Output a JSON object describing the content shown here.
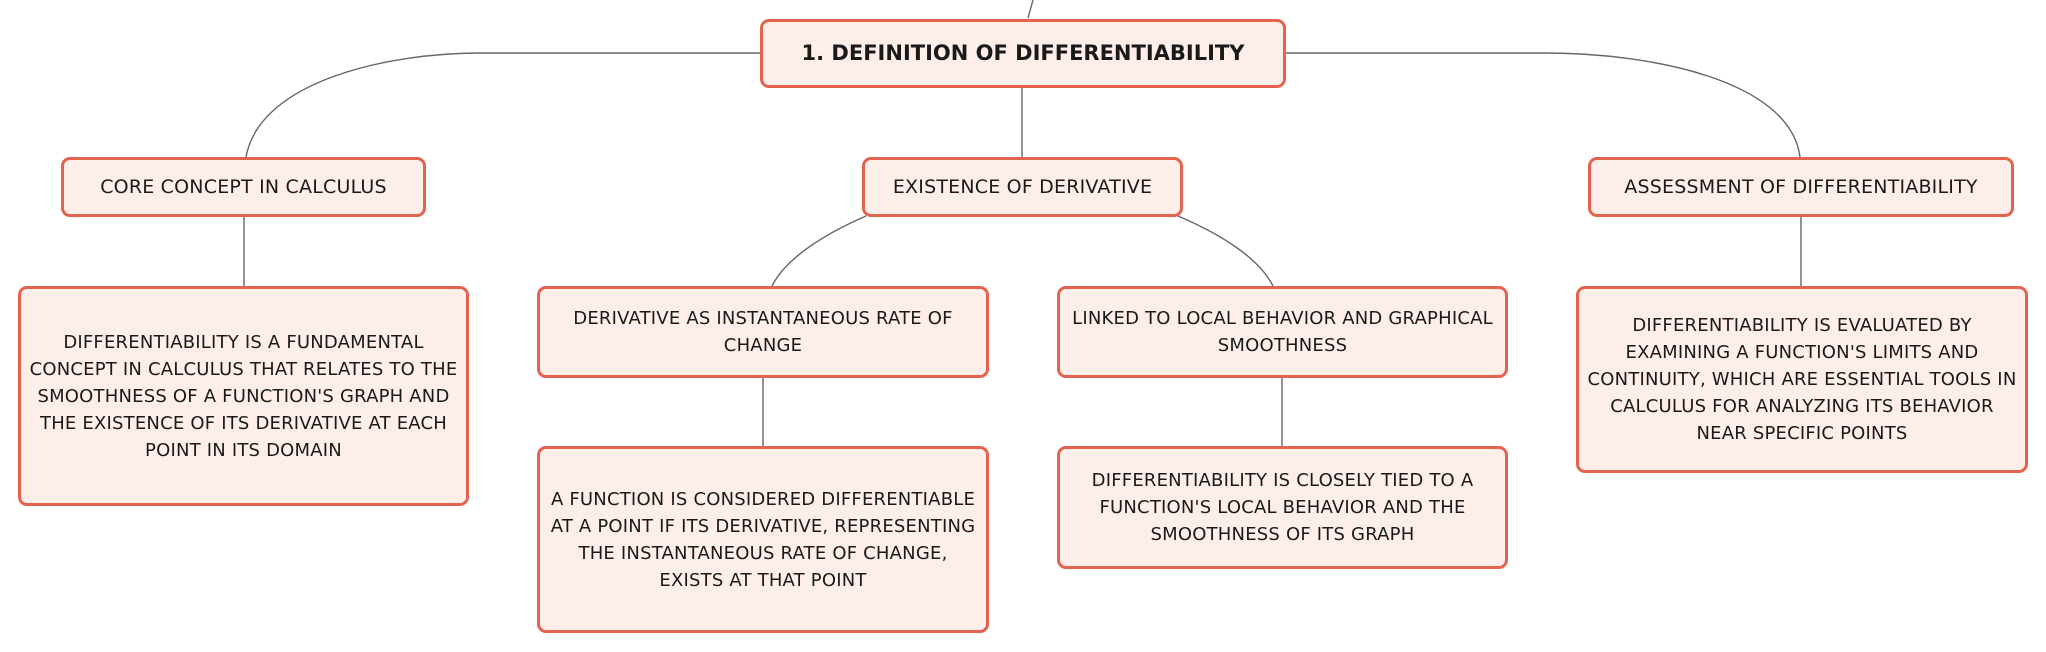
{
  "root": {
    "label": "1. DEFINITION OF DIFFERENTIABILITY"
  },
  "branches": {
    "core": {
      "label": "CORE CONCEPT IN CALCULUS",
      "detail": "DIFFERENTIABILITY IS A FUNDAMENTAL CONCEPT IN CALCULUS THAT RELATES TO THE SMOOTHNESS OF A FUNCTION'S GRAPH AND THE EXISTENCE OF ITS DERIVATIVE AT EACH POINT IN ITS DOMAIN"
    },
    "existence": {
      "label": "EXISTENCE OF DERIVATIVE",
      "rate": {
        "label": "DERIVATIVE AS INSTANTANEOUS RATE OF CHANGE",
        "detail": "A FUNCTION IS CONSIDERED DIFFERENTIABLE AT A POINT IF ITS DERIVATIVE, REPRESENTING THE INSTANTANEOUS RATE OF CHANGE, EXISTS AT THAT POINT"
      },
      "local": {
        "label": "LINKED TO LOCAL BEHAVIOR AND GRAPHICAL SMOOTHNESS",
        "detail": "DIFFERENTIABILITY IS CLOSELY TIED TO A FUNCTION'S LOCAL BEHAVIOR AND THE SMOOTHNESS OF ITS GRAPH"
      }
    },
    "assessment": {
      "label": "ASSESSMENT OF DIFFERENTIABILITY",
      "detail": "DIFFERENTIABILITY IS EVALUATED BY EXAMINING A FUNCTION'S LIMITS AND CONTINUITY, WHICH ARE ESSENTIAL TOOLS IN CALCULUS FOR ANALYZING ITS BEHAVIOR NEAR SPECIFIC POINTS"
    }
  },
  "colors": {
    "node_fill": "#fdeeea",
    "node_border": "#e4634f",
    "connector": "#666666"
  }
}
